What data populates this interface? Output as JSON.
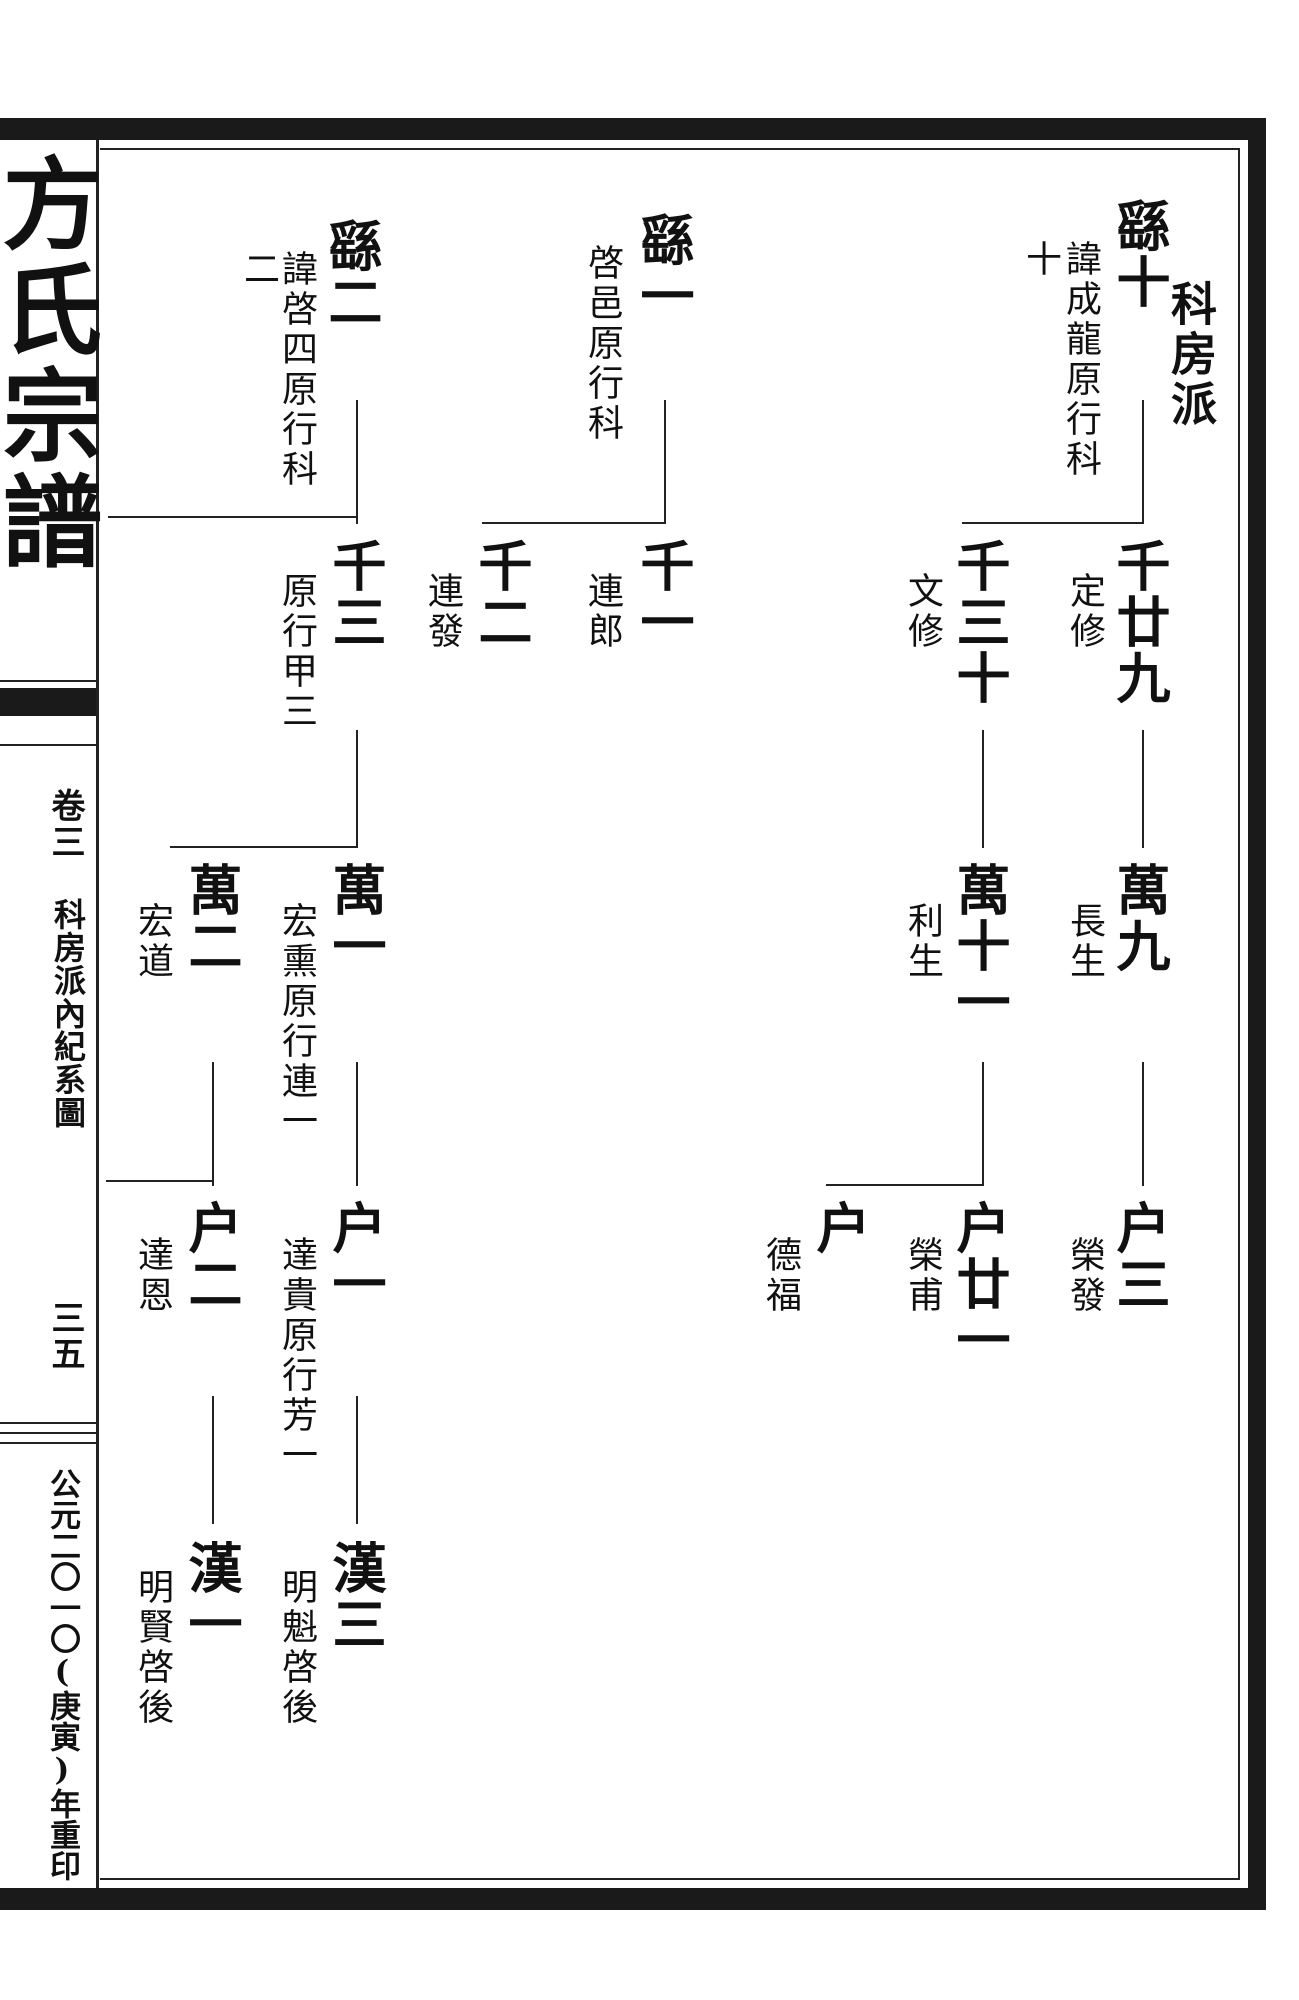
{
  "margin": {
    "title": "方氏宗譜",
    "volume": "卷三",
    "section": "科房派內紀系圖",
    "page_number": "三五",
    "reprint": "公元二〇一〇(庚寅)年重印"
  },
  "branch": {
    "name": "科房派"
  },
  "generations": {
    "g1": [
      {
        "name": "繇十",
        "note": "諱成龍原行科",
        "note2": "十"
      },
      {
        "name": "繇一",
        "note": "啓邑原行科"
      },
      {
        "name": "繇二",
        "note": "諱啓四原行科",
        "note2": "二"
      }
    ],
    "g2": [
      {
        "name": "千廿九",
        "note": "定修"
      },
      {
        "name": "千三十",
        "note": "文修"
      },
      {
        "name": "千一",
        "note": "連郎"
      },
      {
        "name": "千二",
        "note": "連發"
      },
      {
        "name": "千三",
        "note": "原行甲三"
      }
    ],
    "g3": [
      {
        "name": "萬九",
        "note": "長生"
      },
      {
        "name": "萬十一",
        "note": "利生"
      },
      {
        "name": "萬一",
        "note": "宏熏原行連一"
      },
      {
        "name": "萬二",
        "note": "宏道"
      }
    ],
    "g4": [
      {
        "name": "户三",
        "note": "榮發"
      },
      {
        "name": "户廿一",
        "note": "榮甫"
      },
      {
        "name": "户",
        "note": "德福"
      },
      {
        "name": "户一",
        "note": "達貴原行芳一"
      },
      {
        "name": "户二",
        "note": "達恩"
      }
    ],
    "g5": [
      {
        "name": "漢三",
        "note": "明魁啓後"
      },
      {
        "name": "漢一",
        "note": "明賢啓後"
      }
    ]
  }
}
